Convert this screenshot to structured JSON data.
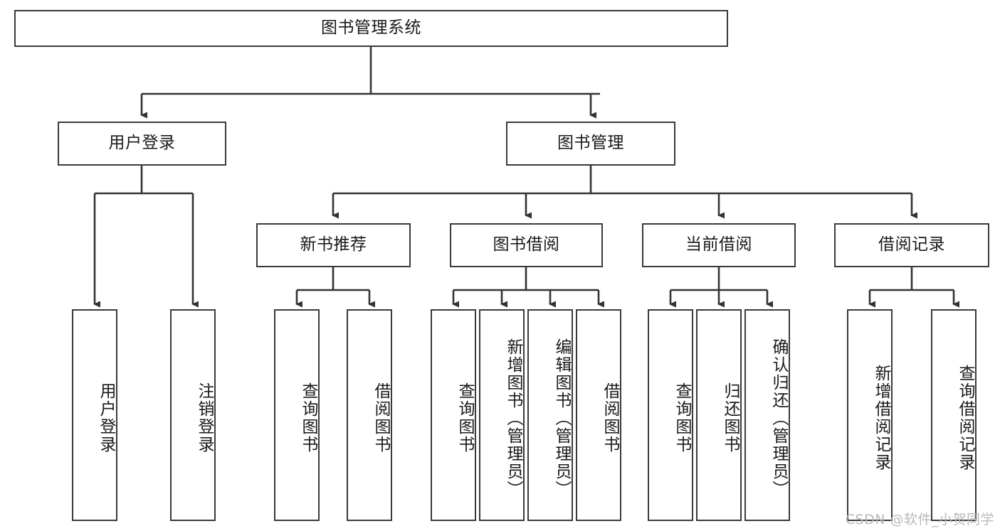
{
  "diagram": {
    "title": "图书管理系统",
    "type": "hierarchy-tree",
    "root": {
      "id": "root",
      "label": "图书管理系统"
    },
    "level2": [
      {
        "id": "user-login",
        "label": "用户登录"
      },
      {
        "id": "book-manage",
        "label": "图书管理"
      }
    ],
    "level3": [
      {
        "id": "new-book-rec",
        "label": "新书推荐",
        "parent": "book-manage"
      },
      {
        "id": "book-borrow",
        "label": "图书借阅",
        "parent": "book-manage"
      },
      {
        "id": "current-borrow",
        "label": "当前借阅",
        "parent": "book-manage"
      },
      {
        "id": "borrow-record",
        "label": "借阅记录",
        "parent": "book-manage"
      }
    ],
    "leaves": [
      {
        "id": "leaf-user-login",
        "label": "用户登录",
        "parent": "user-login"
      },
      {
        "id": "leaf-logout",
        "label": "注销登录",
        "parent": "user-login"
      },
      {
        "id": "leaf-query-book-1",
        "label": "查询图书",
        "parent": "new-book-rec"
      },
      {
        "id": "leaf-borrow-book-1",
        "label": "借阅图书",
        "parent": "new-book-rec"
      },
      {
        "id": "leaf-query-book-2",
        "label": "查询图书",
        "parent": "book-borrow"
      },
      {
        "id": "leaf-add-book",
        "label": "新增图书（管理员）",
        "parent": "book-borrow"
      },
      {
        "id": "leaf-edit-book",
        "label": "编辑图书（管理员）",
        "parent": "book-borrow"
      },
      {
        "id": "leaf-borrow-book-2",
        "label": "借阅图书",
        "parent": "book-borrow"
      },
      {
        "id": "leaf-query-book-3",
        "label": "查询图书",
        "parent": "current-borrow"
      },
      {
        "id": "leaf-return-book",
        "label": "归还图书",
        "parent": "current-borrow"
      },
      {
        "id": "leaf-confirm-return",
        "label": "确认归还（管理员）",
        "parent": "current-borrow"
      },
      {
        "id": "leaf-add-record",
        "label": "新增借阅记录",
        "parent": "borrow-record"
      },
      {
        "id": "leaf-query-record",
        "label": "查询借阅记录",
        "parent": "borrow-record"
      }
    ],
    "colors": {
      "box_stroke": "#3a3a3a",
      "box_fill": "#ffffff",
      "connector": "#333333",
      "text": "#1a1a1a",
      "watermark": "#b9b9b9"
    }
  },
  "watermark": {
    "text": "CSDN @软件_小贺同学"
  }
}
